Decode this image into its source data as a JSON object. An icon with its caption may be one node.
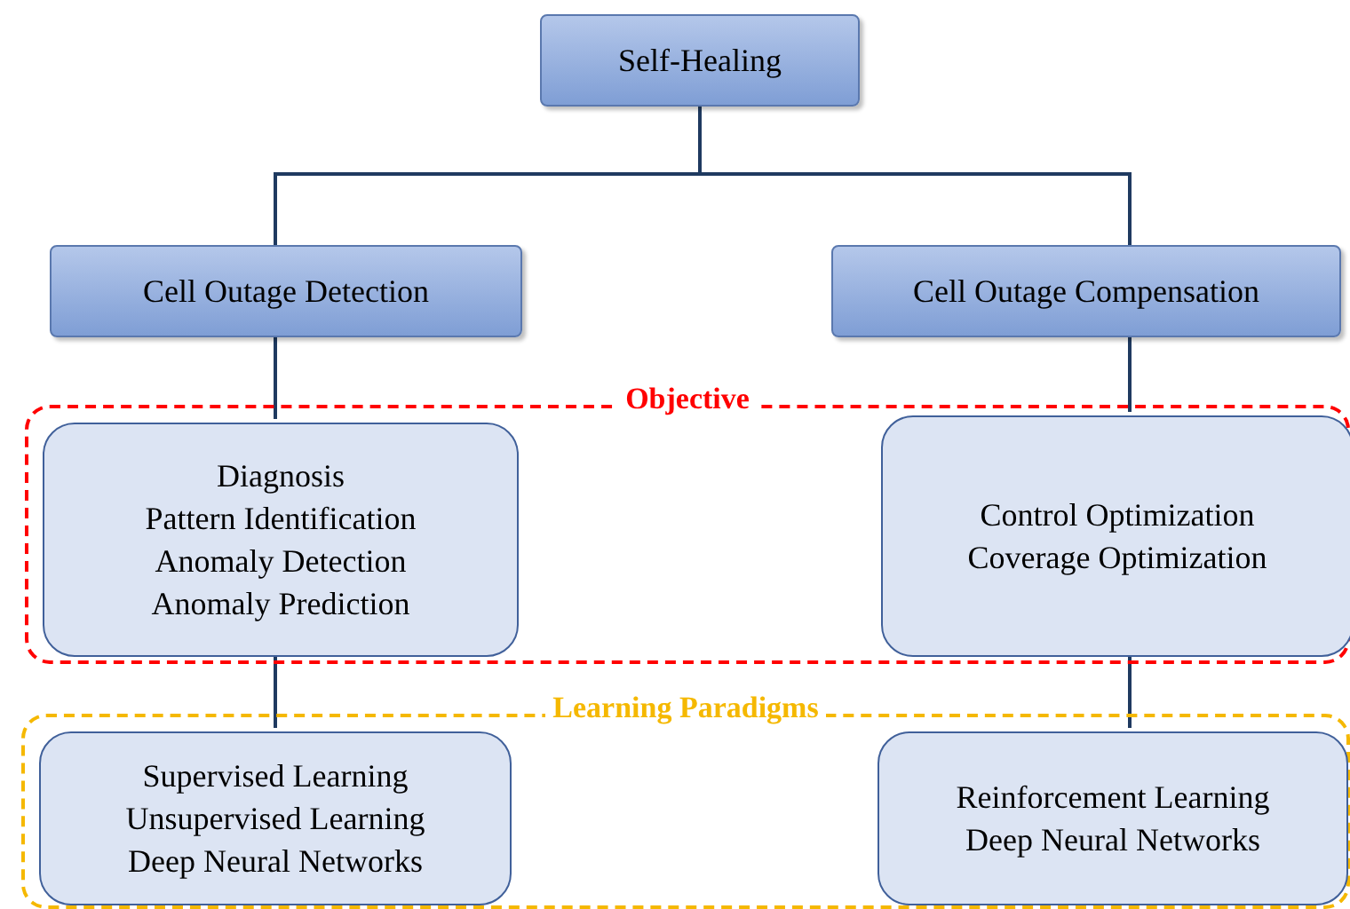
{
  "diagram": {
    "nodes": [
      {
        "text": [
          "Self-Healing"
        ]
      },
      {
        "text": [
          "Cell Outage Detection"
        ]
      },
      {
        "text": [
          "Cell Outage Compensation"
        ]
      },
      {
        "text": [
          "Objective"
        ]
      },
      {
        "text": [
          "Diagnosis",
          "Pattern Identification",
          "Anomaly Detection",
          "Anomaly Prediction"
        ],
        "in": 3
      },
      {
        "text": [
          "Control Optimization",
          "Coverage Optimization"
        ],
        "in": 3
      },
      {
        "text": [
          "Learning Paradigms"
        ]
      },
      {
        "text": [
          "Supervised Learning",
          "Unsupervised Learning",
          "Deep Neural Networks"
        ],
        "in": 6
      },
      {
        "text": [
          "Reinforcement Learning",
          "Deep Neural Networks"
        ],
        "in": 6
      }
    ],
    "edges": [
      {
        "from": 0,
        "to": 1,
        "arrow": "none"
      },
      {
        "from": 0,
        "to": 2,
        "arrow": "none"
      },
      {
        "from": 1,
        "to": 4,
        "arrow": "none"
      },
      {
        "from": 2,
        "to": 5,
        "arrow": "none"
      },
      {
        "from": 4,
        "to": 7,
        "arrow": "none"
      },
      {
        "from": 5,
        "to": 8,
        "arrow": "none"
      }
    ]
  }
}
